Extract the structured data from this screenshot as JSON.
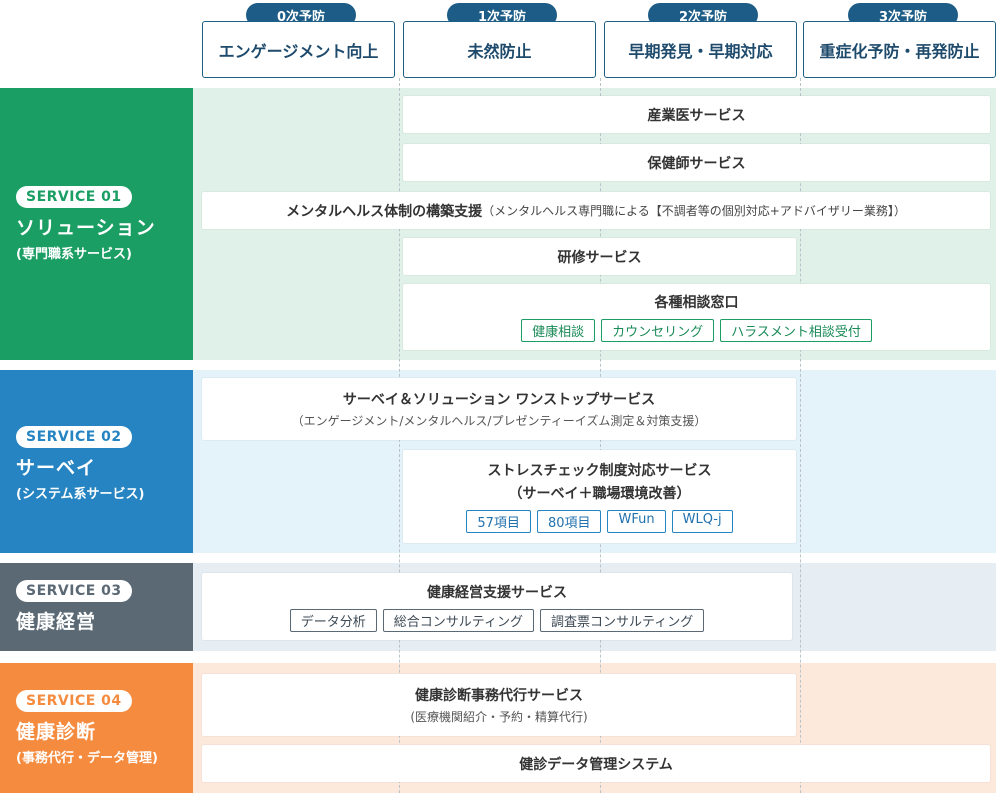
{
  "columns": [
    {
      "phase": "0次予防",
      "title": "エンゲージメント向上"
    },
    {
      "phase": "1次予防",
      "title": "未然防止"
    },
    {
      "phase": "2次予防",
      "title": "早期発見・早期対応"
    },
    {
      "phase": "3次予防",
      "title": "重症化予防・再発防止"
    }
  ],
  "services": [
    {
      "badge": "SERVICE 01",
      "title": "ソリューション",
      "subtitle": "(専門職系サービス)",
      "color": "#1a9e63",
      "boxes": [
        {
          "title": "産業医サービス"
        },
        {
          "title": "保健師サービス"
        },
        {
          "title": "メンタルヘルス体制の構築支援",
          "inline_sub": "（メンタルヘルス専門職による【不調者等の個別対応+アドバイザリー業務】）"
        },
        {
          "title": "研修サービス"
        },
        {
          "title": "各種相談窓口",
          "tags": [
            "健康相談",
            "カウンセリング",
            "ハラスメント相談受付"
          ]
        }
      ]
    },
    {
      "badge": "SERVICE 02",
      "title": "サーベイ",
      "subtitle": "(システム系サービス)",
      "color": "#2584c1",
      "boxes": [
        {
          "title": "サーベイ＆ソリューション ワンストップサービス",
          "sub": "（エンゲージメント/メンタルヘルス/プレゼンティーイズム測定＆対策支援）"
        },
        {
          "title": "ストレスチェック制度対応サービス",
          "title2": "（サーベイ＋職場環境改善）",
          "tags": [
            "57項目",
            "80項目",
            "WFun",
            "WLQ-j"
          ]
        }
      ]
    },
    {
      "badge": "SERVICE 03",
      "title": "健康経営",
      "color": "#5b6975",
      "boxes": [
        {
          "title": "健康経営支援サービス",
          "tags": [
            "データ分析",
            "総合コンサルティング",
            "調査票コンサルティング"
          ]
        }
      ]
    },
    {
      "badge": "SERVICE 04",
      "title": "健康診断",
      "subtitle": "(事務代行・データ管理)",
      "color": "#f58b3f",
      "boxes": [
        {
          "title": "健康診断事務代行サービス",
          "sub": "(医療機関紹介・予約・精算代行)"
        },
        {
          "title": "健診データ管理システム"
        }
      ]
    }
  ]
}
